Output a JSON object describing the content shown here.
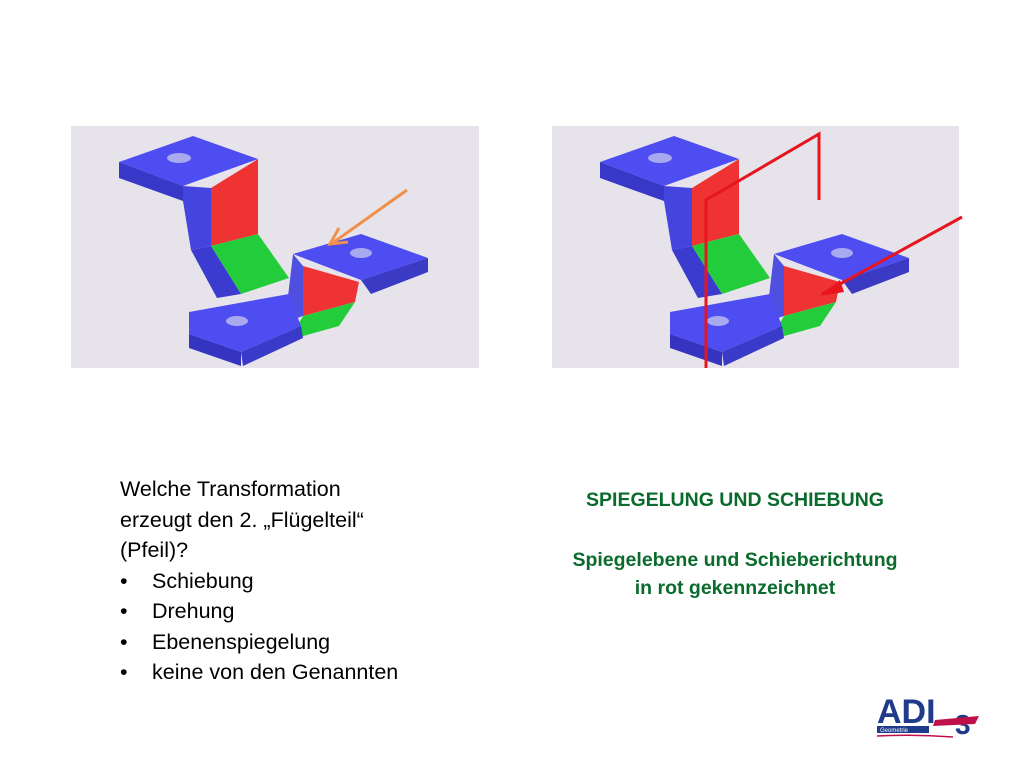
{
  "question": {
    "line1": "Welche Transformation",
    "line2": "erzeugt den 2. „Flügelteil“",
    "line3": "(Pfeil)?",
    "options": [
      "Schiebung",
      "Drehung",
      "Ebenenspiegelung",
      "keine von den Genannten"
    ]
  },
  "answer": {
    "title": "SPIEGELUNG UND SCHIEBUNG",
    "line1": "Spiegelebene und Schieberichtung",
    "line2": "in rot gekennzeichnet"
  },
  "logo": {
    "brand": "ADI",
    "subscript": "3",
    "tagline": "Geometrie"
  },
  "colors": {
    "answer_text": "#0a6b2c",
    "figure_background": "#e6e3ea",
    "part_blue": "#4d4df2",
    "part_red": "#ef3333",
    "part_green": "#22cc3a",
    "arrow_orange": "#f0904a",
    "marker_red": "#e8141e",
    "logo_navy": "#1f3b8a",
    "logo_magenta": "#c0104a"
  },
  "icons": [
    "bracket-part-illustration",
    "arrow-icon",
    "mirror-plane-marker",
    "adi-geometrie-logo"
  ]
}
